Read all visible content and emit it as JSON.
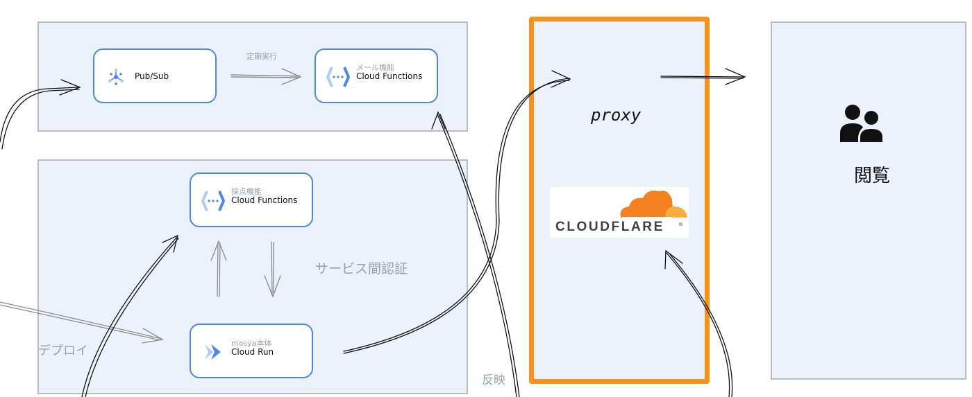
{
  "nodes": {
    "pubsub": {
      "main": "Pub/Sub"
    },
    "mail_fn": {
      "sub": "メール機能",
      "main": "Cloud Functions"
    },
    "score_fn": {
      "sub": "採点機能",
      "main": "Cloud Functions"
    },
    "run": {
      "sub": "mosya本体",
      "main": "Cloud Run"
    }
  },
  "labels": {
    "schedule": "定期実行",
    "service_auth": "サービス間認証",
    "deploy": "デプロイ",
    "reflect": "反映",
    "proxy": "proxy",
    "view": "閲覧"
  },
  "cloudflare": {
    "text": "CLOUDFLARE",
    "mark": "®"
  },
  "colors": {
    "panel_bg": "#ecf2fc",
    "node_border": "#4a86e8",
    "proxy_border": "#f7931d",
    "cloudflare_orange": "#f48120",
    "cloudflare_light": "#faad3f"
  },
  "icons": [
    "pubsub-icon",
    "cloud-functions-icon",
    "cloud-run-icon",
    "users-icon",
    "cloudflare-logo"
  ]
}
